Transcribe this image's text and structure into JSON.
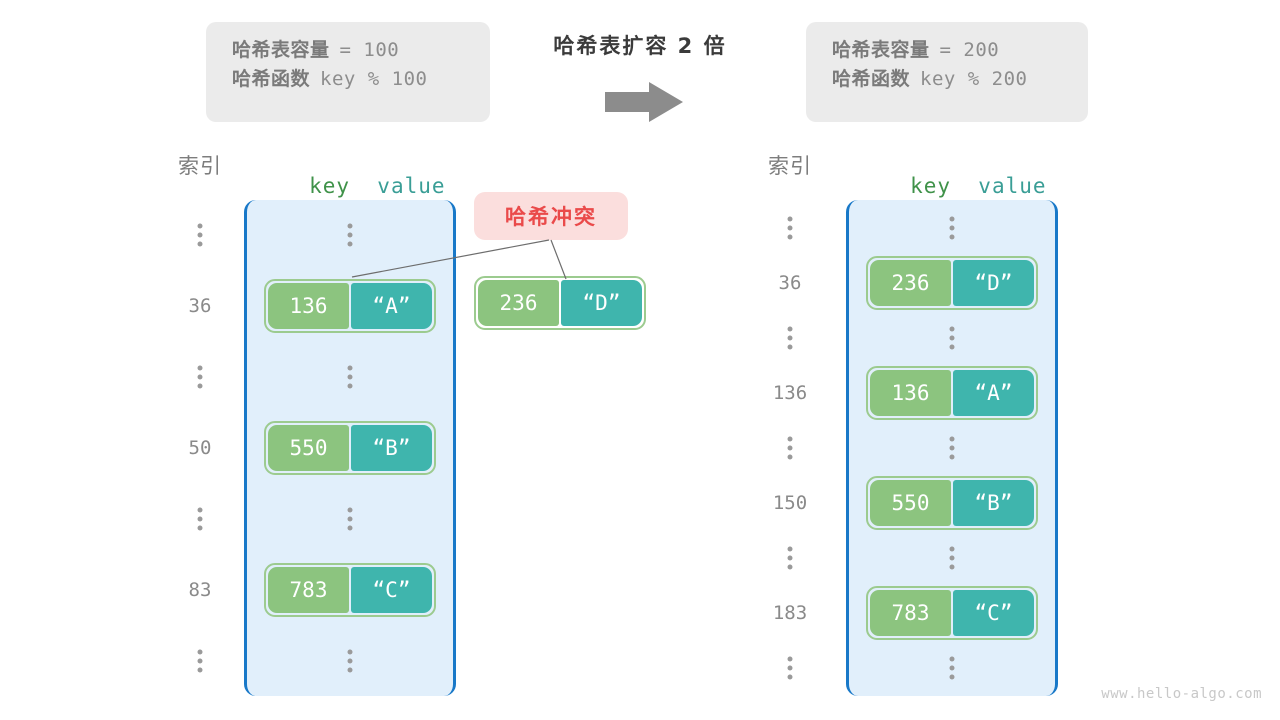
{
  "center": {
    "title": "哈希表扩容 2 倍",
    "arrow_icon": "right-arrow-icon"
  },
  "left_panel": {
    "capacity_label": "哈希表容量",
    "capacity_expr": "= 100",
    "function_label": "哈希函数",
    "function_expr": "key % 100",
    "index_header": "索引",
    "key_header": "key",
    "value_header": "value",
    "rows": [
      {
        "index": "⋮",
        "type": "dots"
      },
      {
        "index": "36",
        "type": "entry",
        "key": "136",
        "value": "“A”"
      },
      {
        "index": "⋮",
        "type": "dots"
      },
      {
        "index": "50",
        "type": "entry",
        "key": "550",
        "value": "“B”"
      },
      {
        "index": "⋮",
        "type": "dots"
      },
      {
        "index": "83",
        "type": "entry",
        "key": "783",
        "value": "“C”"
      },
      {
        "index": "⋮",
        "type": "dots"
      }
    ],
    "collision": {
      "badge": "哈希冲突",
      "key": "236",
      "value": "“D”"
    }
  },
  "right_panel": {
    "capacity_label": "哈希表容量",
    "capacity_expr": "= 200",
    "function_label": "哈希函数",
    "function_expr": "key % 200",
    "index_header": "索引",
    "key_header": "key",
    "value_header": "value",
    "rows": [
      {
        "index": "⋮",
        "type": "dots"
      },
      {
        "index": "36",
        "type": "entry",
        "key": "236",
        "value": "“D”"
      },
      {
        "index": "⋮",
        "type": "dots"
      },
      {
        "index": "136",
        "type": "entry",
        "key": "136",
        "value": "“A”"
      },
      {
        "index": "⋮",
        "type": "dots"
      },
      {
        "index": "150",
        "type": "entry",
        "key": "550",
        "value": "“B”"
      },
      {
        "index": "⋮",
        "type": "dots"
      },
      {
        "index": "183",
        "type": "entry",
        "key": "783",
        "value": "“C”"
      },
      {
        "index": "⋮",
        "type": "dots"
      }
    ]
  },
  "watermark": "www.hello-algo.com",
  "colors": {
    "key_cell": "#8cc47f",
    "value_cell": "#3fb5ad",
    "pair_border": "#9ccb8f",
    "bucket_fill": "#e1effb",
    "bucket_border": "#1878c8",
    "badge_bg": "#fbdedd",
    "badge_text": "#ea4a4a",
    "info_bg": "#ebebeb",
    "arrow": "#8c8c8c"
  }
}
